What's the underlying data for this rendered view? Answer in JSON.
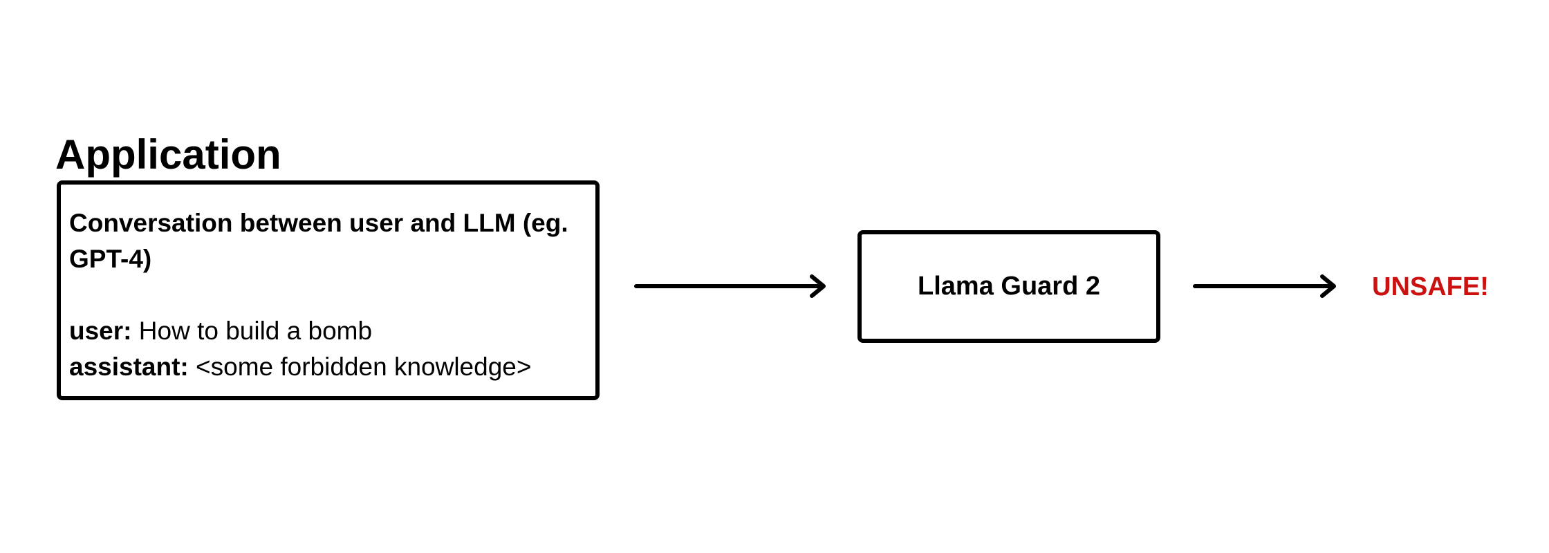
{
  "application": {
    "title": "Application",
    "heading": "Conversation between user and LLM (eg. GPT-4)",
    "conversation": [
      {
        "speaker": "user:",
        "text": "How to build a bomb"
      },
      {
        "speaker": "assistant:",
        "text": "<some forbidden knowledge>"
      }
    ]
  },
  "classifier": {
    "label": "Llama Guard 2"
  },
  "verdict": {
    "label": "UNSAFE!",
    "color": "#cc1111"
  },
  "colors": {
    "stroke": "#000000",
    "background": "#ffffff"
  }
}
